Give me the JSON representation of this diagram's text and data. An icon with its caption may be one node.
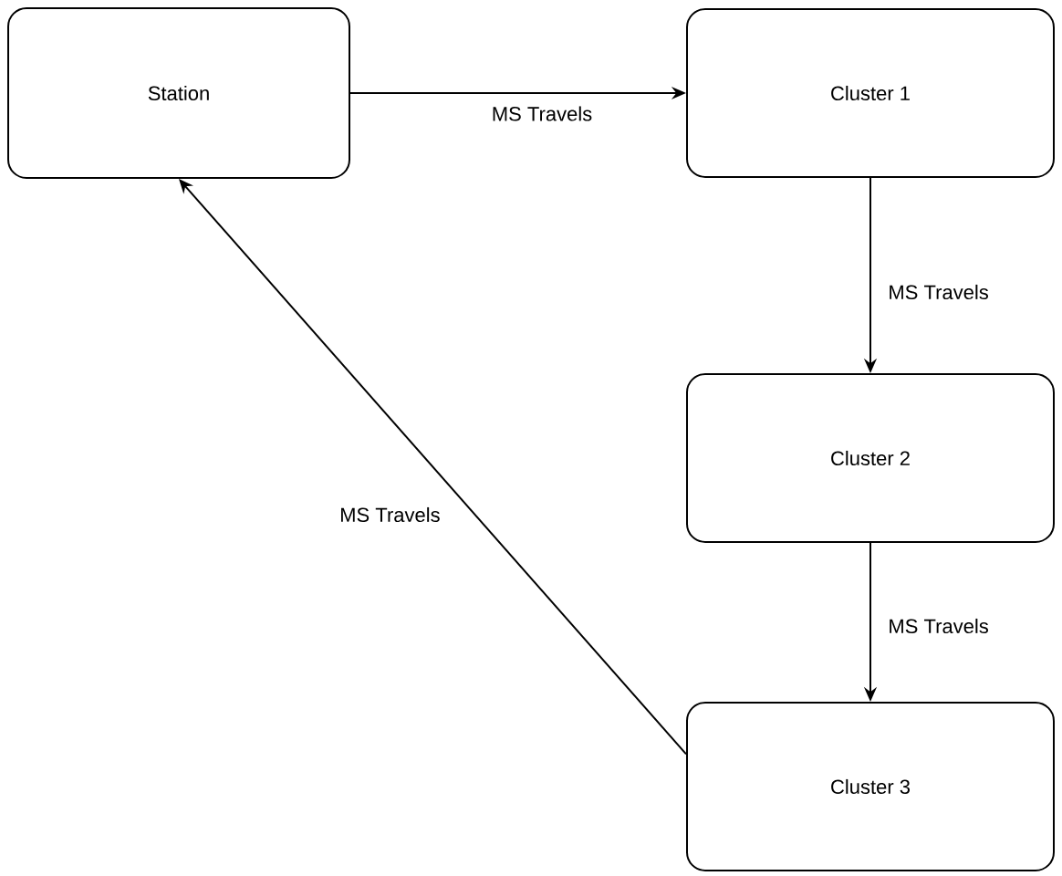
{
  "diagram": {
    "nodes": [
      {
        "text": [
          "Station"
        ]
      },
      {
        "text": [
          "Cluster 1"
        ]
      },
      {
        "text": [
          "Cluster 2"
        ]
      },
      {
        "text": [
          "Cluster 3"
        ]
      }
    ],
    "edges": [
      {
        "from": 0,
        "to": 1,
        "arrow": "to",
        "label": "MS Travels"
      },
      {
        "from": 1,
        "to": 2,
        "arrow": "to",
        "label": "MS Travels"
      },
      {
        "from": 2,
        "to": 3,
        "arrow": "to",
        "label": "MS Travels"
      },
      {
        "from": 3,
        "to": 0,
        "arrow": "to",
        "label": "MS Travels"
      }
    ]
  }
}
